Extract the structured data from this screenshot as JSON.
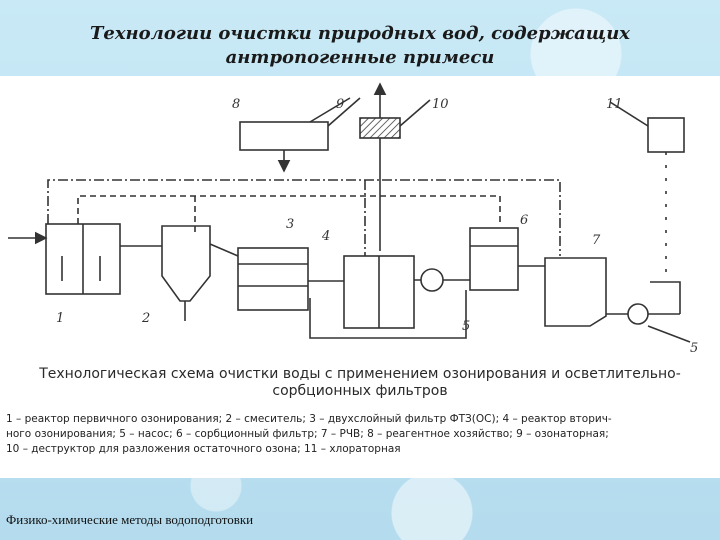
{
  "title": {
    "line1": "Технологии очистки природных вод, содержащих",
    "line2": "антропогенные примеси"
  },
  "diagram": {
    "labels": {
      "n1": "1",
      "n2": "2",
      "n3": "3",
      "n4": "4",
      "n5a": "5",
      "n5b": "5",
      "n6": "6",
      "n7": "7",
      "n8": "8",
      "n9": "9",
      "n10": "10",
      "n11": "11"
    },
    "caption": {
      "line1": "Технологическая схема очистки воды с применением озонирования и осветлительно-",
      "line2": "сорбционных фильтров"
    },
    "legend": {
      "line1": "1 – реактор первичного озонирования; 2 – смеситель; 3 – двухслойный фильтр ФТЗ(ОС); 4 – реактор вторич-",
      "line2": "ного озонирования; 5 – насос; 6 – сорбционный фильтр; 7 – РЧВ; 8 – реагентное хозяйство; 9 – озонаторная;",
      "line3": "10 – деструктор для разложения остаточного озона; 11 – хлораторная"
    }
  },
  "footer": "Физико-химические методы водоподготовки",
  "colors": {
    "background": "#bfe3f2",
    "panel": "#ffffff",
    "ink": "#333333"
  }
}
